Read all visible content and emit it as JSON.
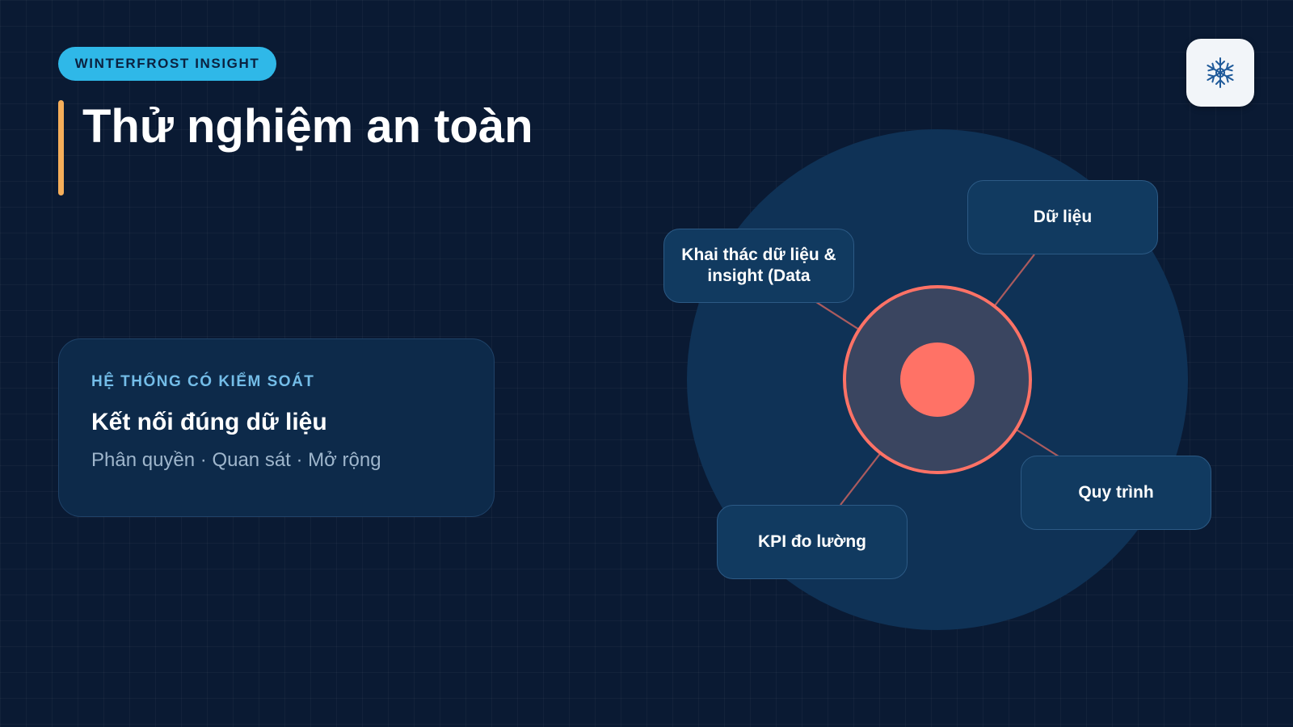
{
  "brand": {
    "label": "WINTERFROST INSIGHT"
  },
  "title": "Thử nghiệm an toàn",
  "logo": {
    "icon": "snowflake-icon"
  },
  "card": {
    "eyebrow": "HỆ THỐNG CÓ KIỂM SOÁT",
    "heading": "Kết nối đúng dữ liệu",
    "subtitle": "Phân quyền · Quan sát · Mở rộng"
  },
  "diagram": {
    "nodes": [
      {
        "label": "Dữ liệu"
      },
      {
        "label": "Khai thác dữ liệu & insight (Data"
      },
      {
        "label": "Quy trình"
      },
      {
        "label": "KPI đo lường"
      }
    ]
  },
  "colors": {
    "background": "#0a1a33",
    "brand_pill": "#2fb8e8",
    "accent_bar": "#f5ae5a",
    "hub": "#ff7266",
    "outer_circle": "#0f3256",
    "node_fill": "#113a60",
    "card_eyebrow": "#74bde8"
  }
}
